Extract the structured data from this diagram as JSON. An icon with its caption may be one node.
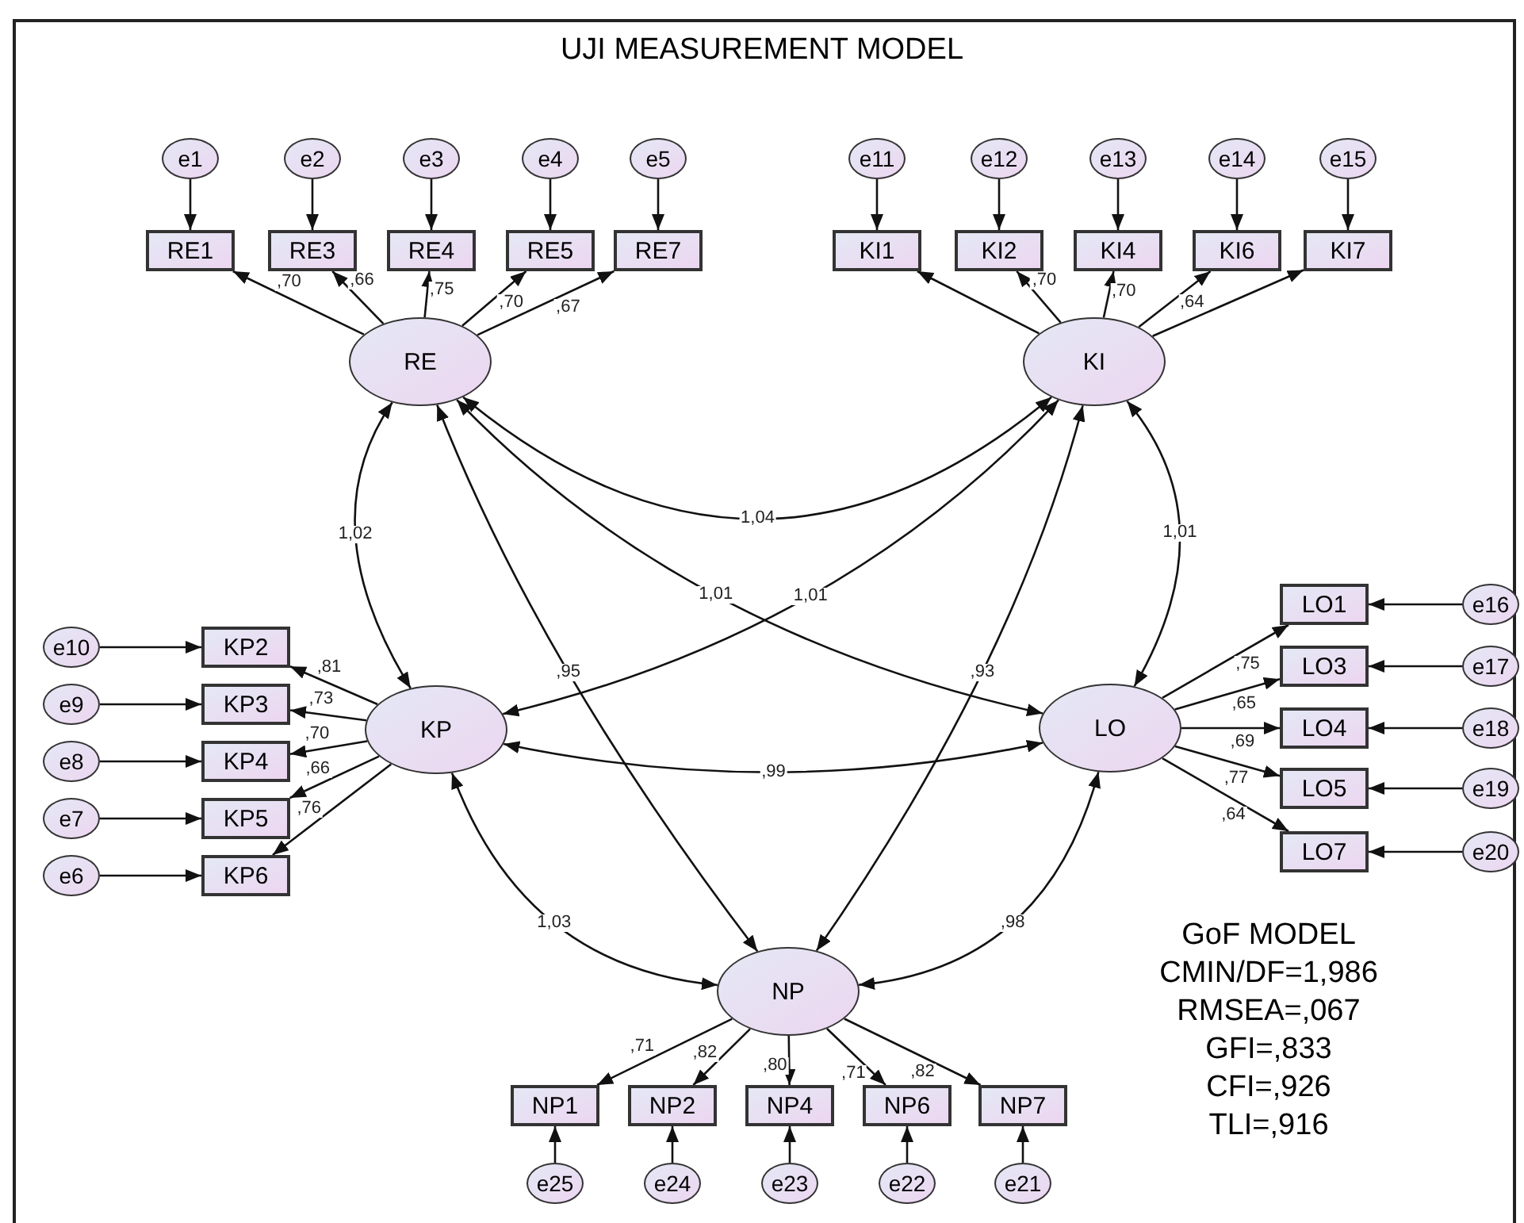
{
  "diagram": {
    "title": "UJI MEASUREMENT MODEL",
    "nodes": [
      {
        "text": [
          "e1"
        ]
      },
      {
        "text": [
          "e2"
        ]
      },
      {
        "text": [
          "e3"
        ]
      },
      {
        "text": [
          "e4"
        ]
      },
      {
        "text": [
          "e5"
        ]
      },
      {
        "text": [
          "RE1"
        ]
      },
      {
        "text": [
          "RE3"
        ]
      },
      {
        "text": [
          "RE4"
        ]
      },
      {
        "text": [
          "RE5"
        ]
      },
      {
        "text": [
          "RE7"
        ]
      },
      {
        "text": [
          "e11"
        ]
      },
      {
        "text": [
          "e12"
        ]
      },
      {
        "text": [
          "e13"
        ]
      },
      {
        "text": [
          "e14"
        ]
      },
      {
        "text": [
          "e15"
        ]
      },
      {
        "text": [
          "KI1"
        ]
      },
      {
        "text": [
          "KI2"
        ]
      },
      {
        "text": [
          "KI4"
        ]
      },
      {
        "text": [
          "KI6"
        ]
      },
      {
        "text": [
          "KI7"
        ]
      },
      {
        "text": [
          "RE"
        ]
      },
      {
        "text": [
          "KI"
        ]
      },
      {
        "text": [
          "e10"
        ]
      },
      {
        "text": [
          "e9"
        ]
      },
      {
        "text": [
          "e8"
        ]
      },
      {
        "text": [
          "e7"
        ]
      },
      {
        "text": [
          "e6"
        ]
      },
      {
        "text": [
          "KP2"
        ]
      },
      {
        "text": [
          "KP3"
        ]
      },
      {
        "text": [
          "KP4"
        ]
      },
      {
        "text": [
          "KP5"
        ]
      },
      {
        "text": [
          "KP6"
        ]
      },
      {
        "text": [
          "KP"
        ]
      },
      {
        "text": [
          "LO"
        ]
      },
      {
        "text": [
          "LO1"
        ]
      },
      {
        "text": [
          "LO3"
        ]
      },
      {
        "text": [
          "LO4"
        ]
      },
      {
        "text": [
          "LO5"
        ]
      },
      {
        "text": [
          "LO7"
        ]
      },
      {
        "text": [
          "e16"
        ]
      },
      {
        "text": [
          "e17"
        ]
      },
      {
        "text": [
          "e18"
        ]
      },
      {
        "text": [
          "e19"
        ]
      },
      {
        "text": [
          "e20"
        ]
      },
      {
        "text": [
          "NP"
        ]
      },
      {
        "text": [
          "NP1"
        ]
      },
      {
        "text": [
          "NP2"
        ]
      },
      {
        "text": [
          "NP4"
        ]
      },
      {
        "text": [
          "NP6"
        ]
      },
      {
        "text": [
          "NP7"
        ]
      },
      {
        "text": [
          "e25"
        ]
      },
      {
        "text": [
          "e24"
        ]
      },
      {
        "text": [
          "e23"
        ]
      },
      {
        "text": [
          "e22"
        ]
      },
      {
        "text": [
          "e21"
        ]
      }
    ],
    "edges": [
      {
        "from": 0,
        "to": 5,
        "arrow": "to"
      },
      {
        "from": 1,
        "to": 6,
        "arrow": "to"
      },
      {
        "from": 2,
        "to": 7,
        "arrow": "to"
      },
      {
        "from": 3,
        "to": 8,
        "arrow": "to"
      },
      {
        "from": 4,
        "to": 9,
        "arrow": "to"
      },
      {
        "from": 10,
        "to": 15,
        "arrow": "to"
      },
      {
        "from": 11,
        "to": 16,
        "arrow": "to"
      },
      {
        "from": 12,
        "to": 17,
        "arrow": "to"
      },
      {
        "from": 13,
        "to": 18,
        "arrow": "to"
      },
      {
        "from": 14,
        "to": 19,
        "arrow": "to"
      },
      {
        "from": 22,
        "to": 27,
        "arrow": "to"
      },
      {
        "from": 23,
        "to": 28,
        "arrow": "to"
      },
      {
        "from": 24,
        "to": 29,
        "arrow": "to"
      },
      {
        "from": 25,
        "to": 30,
        "arrow": "to"
      },
      {
        "from": 26,
        "to": 31,
        "arrow": "to"
      },
      {
        "from": 39,
        "to": 34,
        "arrow": "to"
      },
      {
        "from": 40,
        "to": 35,
        "arrow": "to"
      },
      {
        "from": 41,
        "to": 36,
        "arrow": "to"
      },
      {
        "from": 42,
        "to": 37,
        "arrow": "to"
      },
      {
        "from": 43,
        "to": 38,
        "arrow": "to"
      },
      {
        "from": 50,
        "to": 45,
        "arrow": "to"
      },
      {
        "from": 51,
        "to": 46,
        "arrow": "to"
      },
      {
        "from": 52,
        "to": 47,
        "arrow": "to"
      },
      {
        "from": 53,
        "to": 48,
        "arrow": "to"
      },
      {
        "from": 54,
        "to": 49,
        "arrow": "to"
      },
      {
        "from": 20,
        "to": 5,
        "arrow": "to",
        "label": ",70"
      },
      {
        "from": 20,
        "to": 6,
        "arrow": "to",
        "label": ",66"
      },
      {
        "from": 20,
        "to": 7,
        "arrow": "to",
        "label": ",75"
      },
      {
        "from": 20,
        "to": 8,
        "arrow": "to",
        "label": ",70"
      },
      {
        "from": 20,
        "to": 9,
        "arrow": "to",
        "label": ",67"
      },
      {
        "from": 21,
        "to": 15,
        "arrow": "to"
      },
      {
        "from": 21,
        "to": 16,
        "arrow": "to",
        "label": ",70"
      },
      {
        "from": 21,
        "to": 17,
        "arrow": "to",
        "label": ",70"
      },
      {
        "from": 21,
        "to": 18,
        "arrow": "to",
        "label": ",64"
      },
      {
        "from": 21,
        "to": 19,
        "arrow": "to"
      },
      {
        "from": 32,
        "to": 27,
        "arrow": "to",
        "label": ",81"
      },
      {
        "from": 32,
        "to": 28,
        "arrow": "to",
        "label": ",73"
      },
      {
        "from": 32,
        "to": 29,
        "arrow": "to",
        "label": ",70"
      },
      {
        "from": 32,
        "to": 30,
        "arrow": "to",
        "label": ",66"
      },
      {
        "from": 32,
        "to": 31,
        "arrow": "to",
        "label": ",76"
      },
      {
        "from": 33,
        "to": 34,
        "arrow": "to",
        "label": ",75"
      },
      {
        "from": 33,
        "to": 35,
        "arrow": "to",
        "label": ",65"
      },
      {
        "from": 33,
        "to": 36,
        "arrow": "to",
        "label": ",69"
      },
      {
        "from": 33,
        "to": 37,
        "arrow": "to",
        "label": ",77"
      },
      {
        "from": 33,
        "to": 38,
        "arrow": "to",
        "label": ",64"
      },
      {
        "from": 44,
        "to": 45,
        "arrow": "to",
        "label": ",71"
      },
      {
        "from": 44,
        "to": 46,
        "arrow": "to",
        "label": ",82"
      },
      {
        "from": 44,
        "to": 47,
        "arrow": "to",
        "label": ",80"
      },
      {
        "from": 44,
        "to": 48,
        "arrow": "to",
        "label": ",71"
      },
      {
        "from": 44,
        "to": 49,
        "arrow": "to",
        "label": ",82"
      },
      {
        "from": 20,
        "to": 21,
        "arrow": "both",
        "label": "1,04"
      },
      {
        "from": 20,
        "to": 32,
        "arrow": "both",
        "label": "1,02"
      },
      {
        "from": 20,
        "to": 33,
        "arrow": "both",
        "label": "1,01"
      },
      {
        "from": 20,
        "to": 44,
        "arrow": "both",
        "label": ",95"
      },
      {
        "from": 21,
        "to": 32,
        "arrow": "both",
        "label": "1,01"
      },
      {
        "from": 21,
        "to": 33,
        "arrow": "both",
        "label": "1,01"
      },
      {
        "from": 21,
        "to": 44,
        "arrow": "both",
        "label": ",93"
      },
      {
        "from": 32,
        "to": 33,
        "arrow": "both",
        "label": ",99"
      },
      {
        "from": 32,
        "to": 44,
        "arrow": "both",
        "label": "1,03"
      },
      {
        "from": 33,
        "to": 44,
        "arrow": "both",
        "label": ",98"
      }
    ],
    "labels": [
      "GoF MODEL",
      "CMIN/DF=1,986",
      "RMSEA=,067",
      "GFI=,833",
      "CFI=,926",
      "TLI=,916"
    ]
  }
}
